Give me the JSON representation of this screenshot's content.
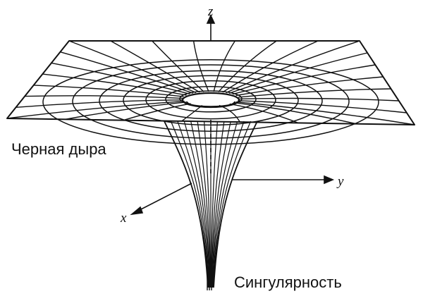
{
  "labels": {
    "black_hole": "Черная дыра",
    "singularity": "Сингулярность"
  },
  "axes": {
    "x": "x",
    "y": "y",
    "z": "z"
  },
  "colors": {
    "ink": "#111111",
    "background": "#ffffff"
  }
}
